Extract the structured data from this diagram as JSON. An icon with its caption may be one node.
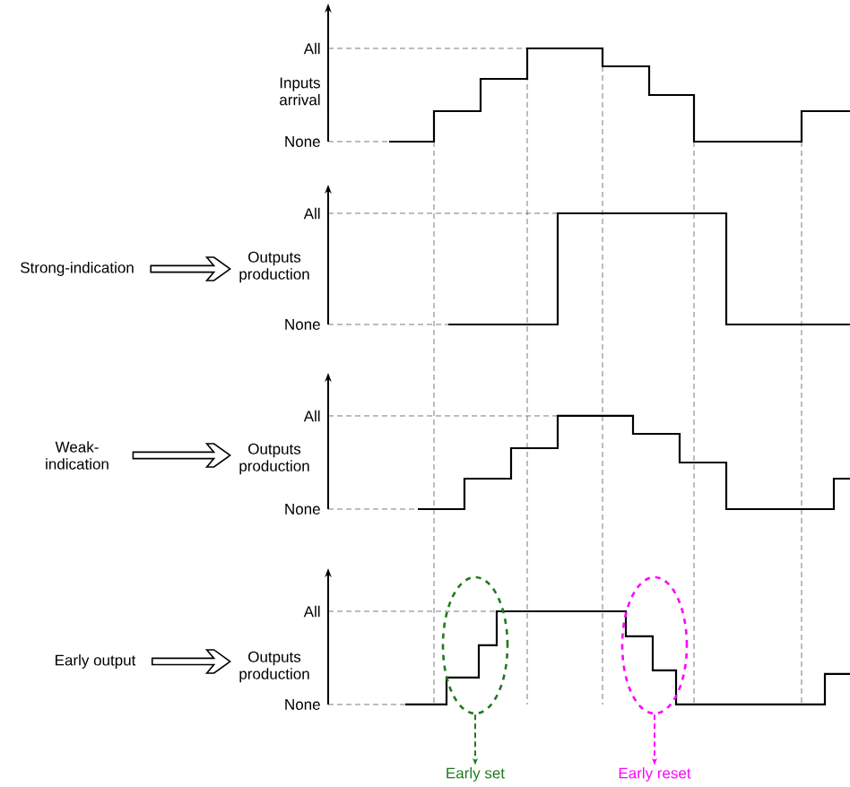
{
  "diagram": {
    "nodes": [
      {
        "text": [
          "Strong-indication"
        ]
      },
      {
        "text": [
          "Weak- indication"
        ]
      },
      {
        "text": [
          "Early output"
        ]
      },
      {
        "text": [
          "Outputs production"
        ]
      },
      {
        "text": [
          "Outputs production"
        ]
      },
      {
        "text": [
          "Outputs production"
        ]
      },
      {
        "text": [],
        "shape": "ellipse"
      },
      {
        "text": [],
        "shape": "ellipse"
      },
      {
        "text": [
          "Early set"
        ]
      },
      {
        "text": [
          "Early reset"
        ]
      }
    ],
    "edges": [
      {
        "from": 0,
        "to": 3,
        "arrow": "to"
      },
      {
        "from": 1,
        "to": 4,
        "arrow": "to"
      },
      {
        "from": 2,
        "to": 5,
        "arrow": "to"
      },
      {
        "from": 6,
        "to": 8,
        "arrow": "to",
        "style": "dashed",
        "color": "#1e7a1e"
      },
      {
        "from": 7,
        "to": 9,
        "arrow": "to",
        "style": "dashed",
        "color": "#ff00ff"
      }
    ],
    "labels": [
      "All",
      "Inputs arrival",
      "None",
      "All",
      "None",
      "All",
      "None",
      "All",
      "None"
    ]
  }
}
